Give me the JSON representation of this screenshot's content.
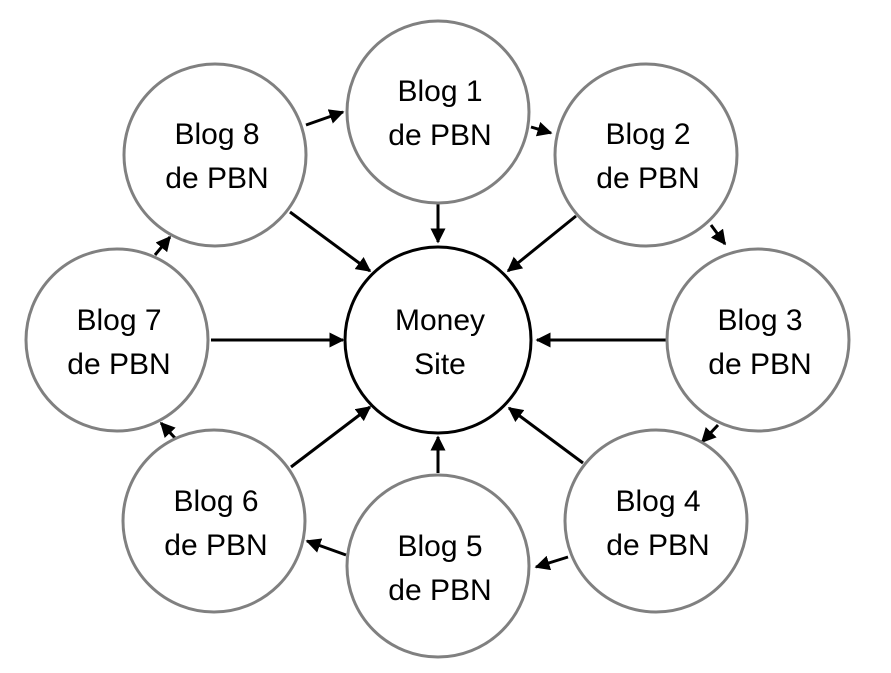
{
  "diagram": {
    "center": {
      "line1": "Money",
      "line2": "Site"
    },
    "blogs": [
      {
        "line1": "Blog 1",
        "line2": "de PBN"
      },
      {
        "line1": "Blog 2",
        "line2": "de PBN"
      },
      {
        "line1": "Blog 3",
        "line2": "de PBN"
      },
      {
        "line1": "Blog 4",
        "line2": "de PBN"
      },
      {
        "line1": "Blog 5",
        "line2": "de PBN"
      },
      {
        "line1": "Blog 6",
        "line2": "de PBN"
      },
      {
        "line1": "Blog 7",
        "line2": "de PBN"
      },
      {
        "line1": "Blog 8",
        "line2": "de PBN"
      }
    ]
  },
  "colors": {
    "blog_border": "#808080",
    "center_border": "#000000",
    "arrow": "#000000",
    "background": "#ffffff"
  }
}
